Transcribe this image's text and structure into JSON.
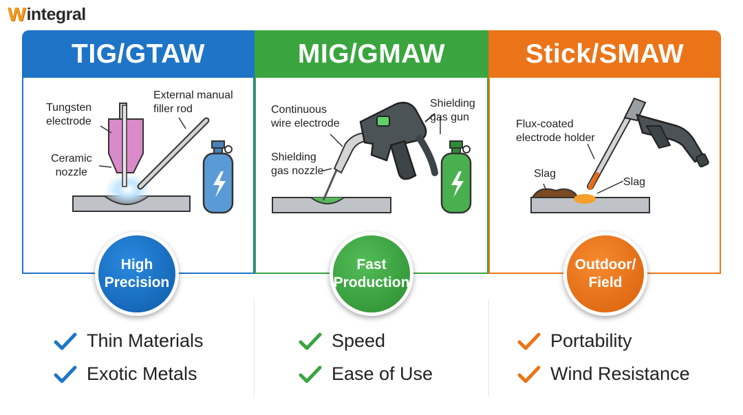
{
  "logo": {
    "initial": "W",
    "rest": "integral"
  },
  "colors": {
    "tig": "#1e74c6",
    "mig": "#3aa53f",
    "stick": "#eb7419"
  },
  "columns": [
    {
      "title": "TIG/GTAW",
      "labels": {
        "tungsten": "Tungsten\nelectrode",
        "filler": "External manual\nfiller rod",
        "nozzle": "Ceramic\nnozzle"
      },
      "badge": "High\nPrecision",
      "checks": [
        "Thin Materials",
        "Exotic Metals"
      ]
    },
    {
      "title": "MIG/GMAW",
      "labels": {
        "wire": "Continuous\nwire electrode",
        "gun": "Shielding\ngas gun",
        "nozzle": "Shielding\ngas nozzle"
      },
      "badge": "Fast\nProduction",
      "checks": [
        "Speed",
        "Ease of Use"
      ]
    },
    {
      "title": "Stick/SMAW",
      "labels": {
        "holder": "Flux-coated\nelectrode holder",
        "slag_left": "Slag",
        "slag_right": "Slag"
      },
      "badge": "Outdoor/\nField",
      "checks": [
        "Portability",
        "Wind Resistance"
      ]
    }
  ],
  "icons": [
    "tungsten-torch-icon",
    "filler-rod-icon",
    "gas-cylinder-icon",
    "mig-gun-icon",
    "electrode-holder-icon",
    "checkmark-icon"
  ]
}
